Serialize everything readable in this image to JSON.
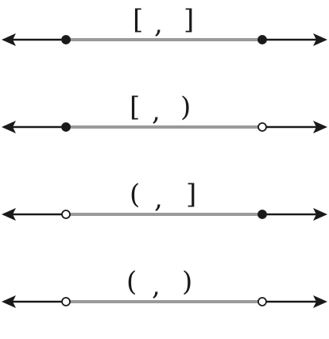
{
  "number_lines": [
    {
      "notation": {
        "left": "[",
        "comma": ",",
        "right": "]"
      },
      "left_endpoint": "closed",
      "right_endpoint": "closed"
    },
    {
      "notation": {
        "left": "[",
        "comma": ",",
        "right": ")"
      },
      "left_endpoint": "closed",
      "right_endpoint": "open"
    },
    {
      "notation": {
        "left": "(",
        "comma": ",",
        "right": "]"
      },
      "left_endpoint": "open",
      "right_endpoint": "closed"
    },
    {
      "notation": {
        "left": "(",
        "comma": ",",
        "right": ")"
      },
      "left_endpoint": "open",
      "right_endpoint": "open"
    }
  ],
  "colors": {
    "line": "#1a1a1a",
    "interval": "#9a9a9a",
    "open_fill": "#ffffff"
  }
}
